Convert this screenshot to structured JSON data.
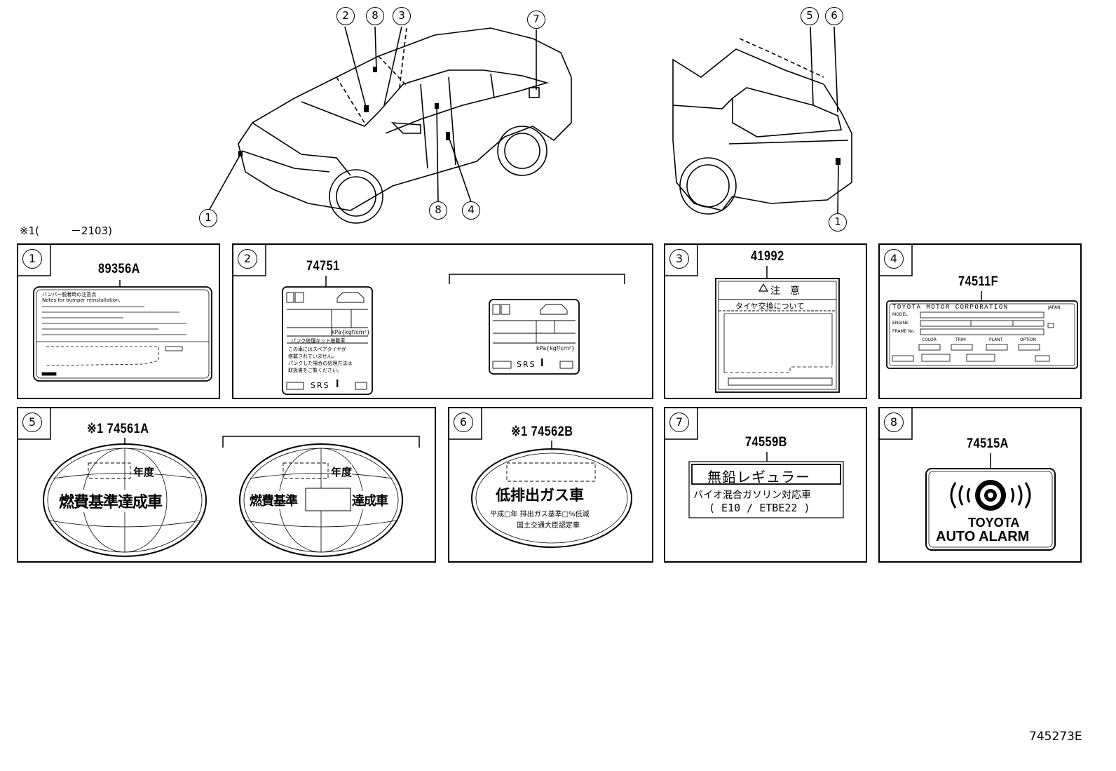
{
  "note_top": "※1(　　　－2103)",
  "figure_id": "745273E",
  "callouts_front": [
    "2",
    "8",
    "3",
    "7",
    "1",
    "8",
    "4"
  ],
  "callouts_rear": [
    "5",
    "6",
    "1"
  ],
  "panels": {
    "p1": {
      "num": "1",
      "part": "89356A",
      "line1": "バンパー脱着時の注意点",
      "line2": "Notes for bumper reinstallation."
    },
    "p2": {
      "num": "2",
      "part": "74751",
      "srs": "SRS",
      "pressure": "kPa{kgf/cm²}",
      "jp1": "パンク修理キット搭載車",
      "jp2": "この車にはスペアタイヤが",
      "jp3": "搭載されていません。",
      "jp4": "パンクした場合の処理方法は",
      "jp5": "取扱書をご覧ください。"
    },
    "p3": {
      "num": "3",
      "part": "41992",
      "caution": "注　意",
      "subtitle": "タイヤ交換について"
    },
    "p4": {
      "num": "4",
      "part": "74511F",
      "maker": "TOYOTA MOTOR CORPORATION",
      "country": "JAPAN",
      "model": "MODEL",
      "engine": "ENGINE",
      "frame": "FRAME No.",
      "color": "COLOR",
      "trim": "TRIM",
      "plant": "PLANT",
      "option": "OPTION"
    },
    "p5": {
      "num": "5",
      "part": "※1 74561A",
      "year": "年度",
      "text_a": "燃費基準達成車",
      "text_b1": "燃費基準",
      "text_b2": "達成車"
    },
    "p6": {
      "num": "6",
      "part": "※1 74562B",
      "main": "低排出ガス車",
      "row": "平成□年 排出ガス基準□%低減",
      "cert": "国土交通大臣認定車"
    },
    "p7": {
      "num": "7",
      "part": "74559B",
      "title": "無鉛レギュラー",
      "line2": "バイオ混合ガソリン対応車",
      "line3": "( E10 / ETBE22 )"
    },
    "p8": {
      "num": "8",
      "part": "74515A",
      "brand1": "TOYOTA",
      "brand2": "AUTO ALARM"
    }
  }
}
